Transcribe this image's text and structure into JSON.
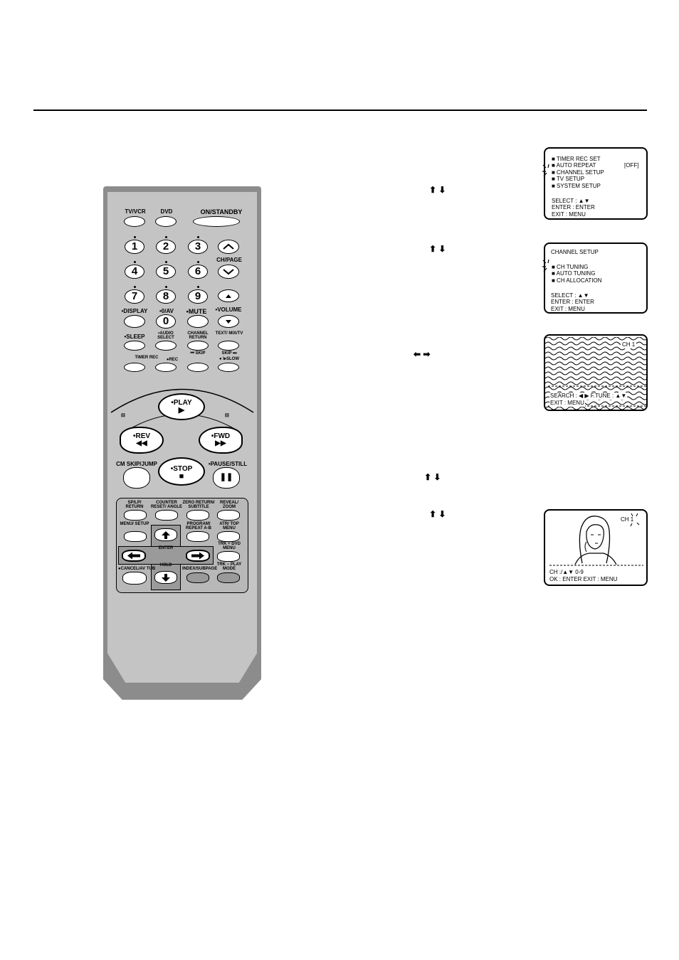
{
  "remote": {
    "tv_vcr": "TV/VCR",
    "dvd": "DVD",
    "on_standby": "ON/STANDBY",
    "digits": [
      "1",
      "2",
      "3",
      "4",
      "5",
      "6",
      "7",
      "8",
      "9",
      "0"
    ],
    "ch_page": "CH/PAGE",
    "display": "•DISPLAY",
    "zero_av": "•0/AV",
    "mute": "•MUTE",
    "volume": "•VOLUME",
    "sleep": "•SLEEP",
    "audio_select": "•AUDIO SELECT",
    "channel_return": "CHANNEL RETURN",
    "text_mix_tv": "TEXT/ MIX/TV",
    "timer_rec": "TIMER REC",
    "rec": "●REC",
    "skip_back": "⏮ SKIP",
    "skip_fwd": "SKIP ⏭",
    "slow": "● I▸SLOW",
    "play": "•PLAY",
    "rev": "•REV",
    "fwd": "•FWD",
    "cm_skip": "CM SKIP/JUMP",
    "stop": "•STOP",
    "pause_still": "•PAUSE/STILL",
    "sp_lp_return": "SP/LP/ RETURN",
    "counter_reset": "COUNTER RESET/ ANGLE",
    "zero_return": "ZERO RETURN/ SUBTITLE",
    "reveal_zoom": "REVEAL/ ZOOM",
    "menu_setup": "MENU/ SETUP",
    "program_repeat": "PROGRAM/ REPEAT A-B",
    "atr_top_menu": "ATR/ TOP MENU",
    "enter": "ENTER",
    "trk_plus": "TRK + DVD MENU",
    "hold": "HOLD",
    "cancel": "●CANCEL/AV TUB",
    "index_subpage": "INDEX/SUBPAGE",
    "trk_minus": "TRK − PLAY MODE"
  },
  "arrows": {
    "updown": "⬆ ⬇",
    "leftright": "⬅ ➡"
  },
  "screen1": {
    "items": [
      "■ TIMER  REC  SET",
      "■ AUTO REPEAT",
      "■ CHANNEL SETUP",
      "■ TV SETUP",
      "■ SYSTEM  SETUP"
    ],
    "off": "[OFF]",
    "select": "SELECT : ▲▼",
    "enter": "ENTER  : ENTER",
    "exit": "EXIT     : MENU"
  },
  "screen2": {
    "title": "CHANNEL SETUP",
    "items": [
      "■ CH TUNING",
      "■ AUTO TUNING",
      "■ CH ALLOCATION"
    ],
    "select": "SELECT : ▲▼",
    "enter": "ENTER  : ENTER",
    "exit": "EXIT     : MENU"
  },
  "screen3": {
    "ch": "CH  1",
    "search": "SEARCH : ◀ ▶  F.TUNE : ▲▼",
    "exit": "EXIT : MENU"
  },
  "screen4": {
    "ch": "CH  1",
    "line1": "CH      :/▲▼  0-9",
    "line2": "OK      : ENTER      EXIT : MENU"
  }
}
